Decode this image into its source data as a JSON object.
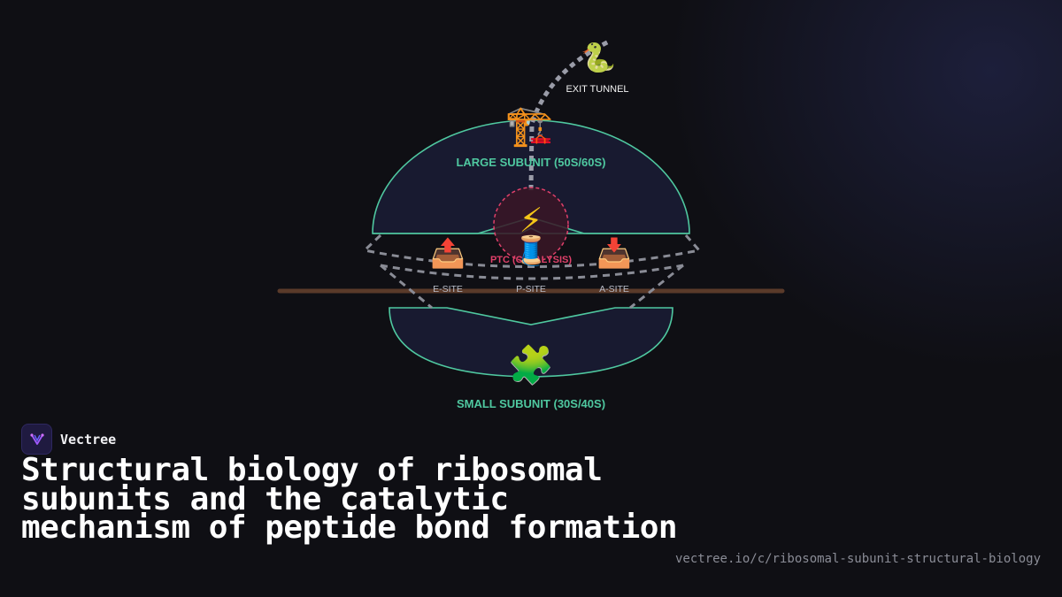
{
  "diagram": {
    "large_subunit_label": "LARGE SUBUNIT (50S/60S)",
    "small_subunit_label": "SMALL SUBUNIT (30S/40S)",
    "ptc_label": "PTC (CATALYSIS)",
    "exit_tunnel_label": "EXIT TUNNEL",
    "sites": [
      "E-SITE",
      "P-SITE",
      "A-SITE"
    ],
    "icons": {
      "exit": "🐍",
      "large": "🏗️",
      "ptc": "⚡",
      "p_site": "🧵",
      "e_site": "📤",
      "a_site": "📥",
      "small": "🧩"
    }
  },
  "colors": {
    "subunit_outline": "#4fc8a0",
    "ptc": "#e0406a",
    "mrna": "#5a3a2a",
    "background": "#0f0f14"
  },
  "brand": {
    "name": "Vectree"
  },
  "title": "Structural biology of ribosomal subunits and the catalytic mechanism of peptide bond formation",
  "url": "vectree.io/c/ribosomal-subunit-structural-biology"
}
